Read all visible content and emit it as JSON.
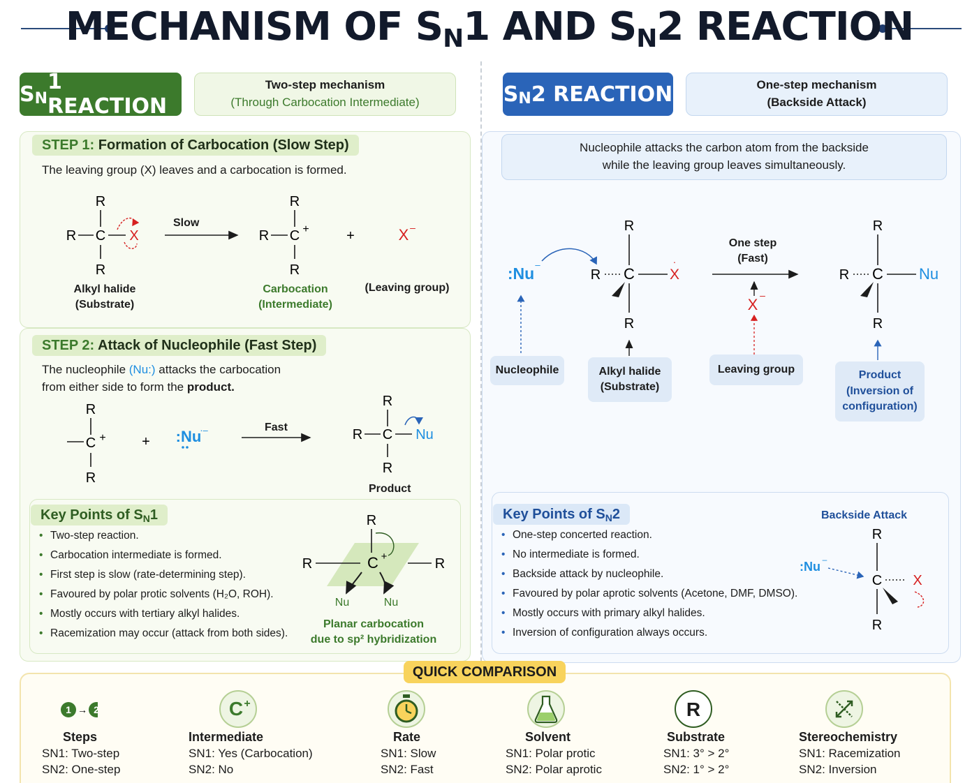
{
  "title": {
    "pre": "MECHANISM OF S",
    "sub1": "N",
    "mid": "1 AND S",
    "sub2": "N",
    "post": "2 REACTION"
  },
  "sn1": {
    "pill": {
      "s": "S",
      "sub": "N",
      "rest": "1 REACTION"
    },
    "info": {
      "line1": "Two-step mechanism",
      "line2": "(Through Carbocation Intermediate)"
    },
    "step1": {
      "label": "STEP 1:",
      "title": "Formation of Carbocation (Slow Step)",
      "desc": "The leaving group (X) leaves and a carbocation is formed.",
      "arrow": "Slow",
      "alkyl_label": [
        "Alkyl halide",
        "(Substrate)"
      ],
      "carbocation_label": [
        "Carbocation",
        "(Intermediate)"
      ],
      "leaving_label": "(Leaving group)"
    },
    "step2": {
      "label": "STEP 2:",
      "title": "Attack of Nucleophile (Fast Step)",
      "desc_a": "The nucleophile ",
      "desc_nu": "(Nu:)",
      "desc_b": " attacks the carbocation",
      "desc_c": "from either side to form the ",
      "desc_bold": "product.",
      "arrow": "Fast",
      "product_label": "Product"
    },
    "keypoints": {
      "title": {
        "pre": "Key Points of S",
        "sub": "N",
        "post": "1"
      },
      "items": [
        "Two-step reaction.",
        "Carbocation intermediate is formed.",
        "First step is slow (rate-determining step).",
        "Favoured by polar protic solvents (H₂O, ROH).",
        "Mostly occurs with tertiary alkyl halides.",
        "Racemization may occur (attack from both sides)."
      ],
      "planar_label": [
        "Planar carbocation",
        "due to sp² hybridization"
      ]
    }
  },
  "sn2": {
    "pill": {
      "s": "S",
      "sub": "N",
      "rest": "2 REACTION"
    },
    "info": {
      "line1": "One-step mechanism",
      "line2": "(Backside Attack)"
    },
    "desc": {
      "line1": "Nucleophile attacks the carbon atom from the backside",
      "line2": "while the leaving group leaves simultaneously."
    },
    "arrow": {
      "line1": "One step",
      "line2": "(Fast)"
    },
    "labels": {
      "nucleophile": "Nucleophile",
      "alkyl": [
        "Alkyl halide",
        "(Substrate)"
      ],
      "leaving": "Leaving group",
      "product": [
        "Product",
        "(Inversion of",
        "configuration)"
      ]
    },
    "keypoints": {
      "title": {
        "pre": "Key Points of S",
        "sub": "N",
        "post": "2"
      },
      "items": [
        "One-step concerted reaction.",
        "No intermediate is formed.",
        "Backside attack by nucleophile.",
        "Favoured by polar aprotic solvents (Acetone, DMF, DMSO).",
        "Mostly occurs with primary alkyl halides.",
        "Inversion of configuration always occurs."
      ],
      "backside_label": "Backside Attack"
    }
  },
  "atoms": {
    "R": "R",
    "C": "C",
    "X": "X",
    "Nu": "Nu",
    "colonNu": ":Nu",
    "plus": "+",
    "minus": "–",
    "cplus": "C⁺"
  },
  "comparison": {
    "title": "QUICK COMPARISON",
    "items": [
      {
        "icon": "steps-icon",
        "head": "Steps",
        "l1": "SN1: Two-step",
        "l2": "SN2: One-step"
      },
      {
        "icon": "carbocation-icon",
        "head": "Intermediate",
        "l1": "SN1: Yes (Carbocation)",
        "l2": "SN2: No"
      },
      {
        "icon": "stopwatch-icon",
        "head": "Rate",
        "l1": "SN1: Slow",
        "l2": "SN2: Fast"
      },
      {
        "icon": "flask-icon",
        "head": "Solvent",
        "l1": "SN1: Polar protic",
        "l2": "SN2: Polar aprotic"
      },
      {
        "icon": "substrate-r-icon",
        "head": "Substrate",
        "l1": "SN1: 3° > 2°",
        "l2": "SN2: 1° > 2°"
      },
      {
        "icon": "stereochemistry-icon",
        "head": "Stereochemistry",
        "l1": "SN1: Racemization",
        "l2": "SN2: Inversion"
      }
    ]
  },
  "colors": {
    "green": "#3c7a2c",
    "blue": "#2a64b8",
    "red": "#d62020",
    "nu_blue": "#1e8ee0",
    "yellow": "#f8d35c"
  }
}
